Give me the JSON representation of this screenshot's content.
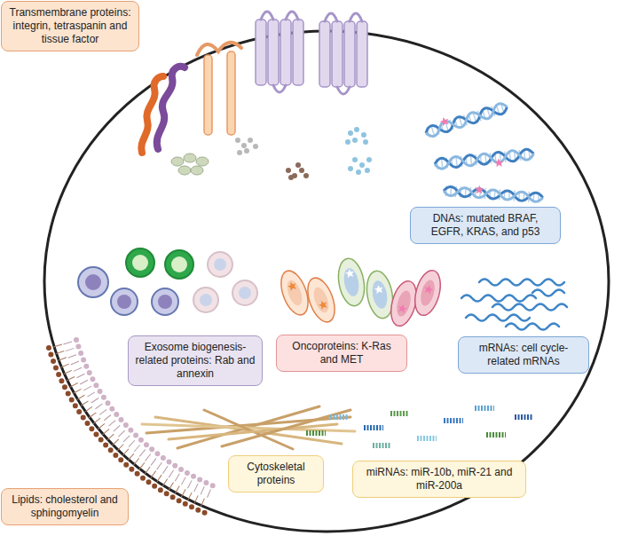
{
  "diagram": {
    "nodes": [
      {
        "text": [
          "Transmembrane proteins: integrin, tetraspanin and tissue factor"
        ]
      },
      {
        "text": [
          "DNAs: mutated BRAF, EGFR, KRAS, and p53"
        ]
      },
      {
        "text": [
          "Exosome biogenesis-related proteins: Rab and annexin"
        ]
      },
      {
        "text": [
          "Oncoproteins: K-Ras and MET"
        ]
      },
      {
        "text": [
          "mRNAs: cell cycle-related mRNAs"
        ]
      },
      {
        "text": [
          "Cytoskeletal proteins"
        ]
      },
      {
        "text": [
          "miRNAs: miR-10b, miR-21 and miR-200a"
        ]
      },
      {
        "text": [
          "Lipids: cholesterol and sphingomyelin"
        ]
      }
    ]
  }
}
